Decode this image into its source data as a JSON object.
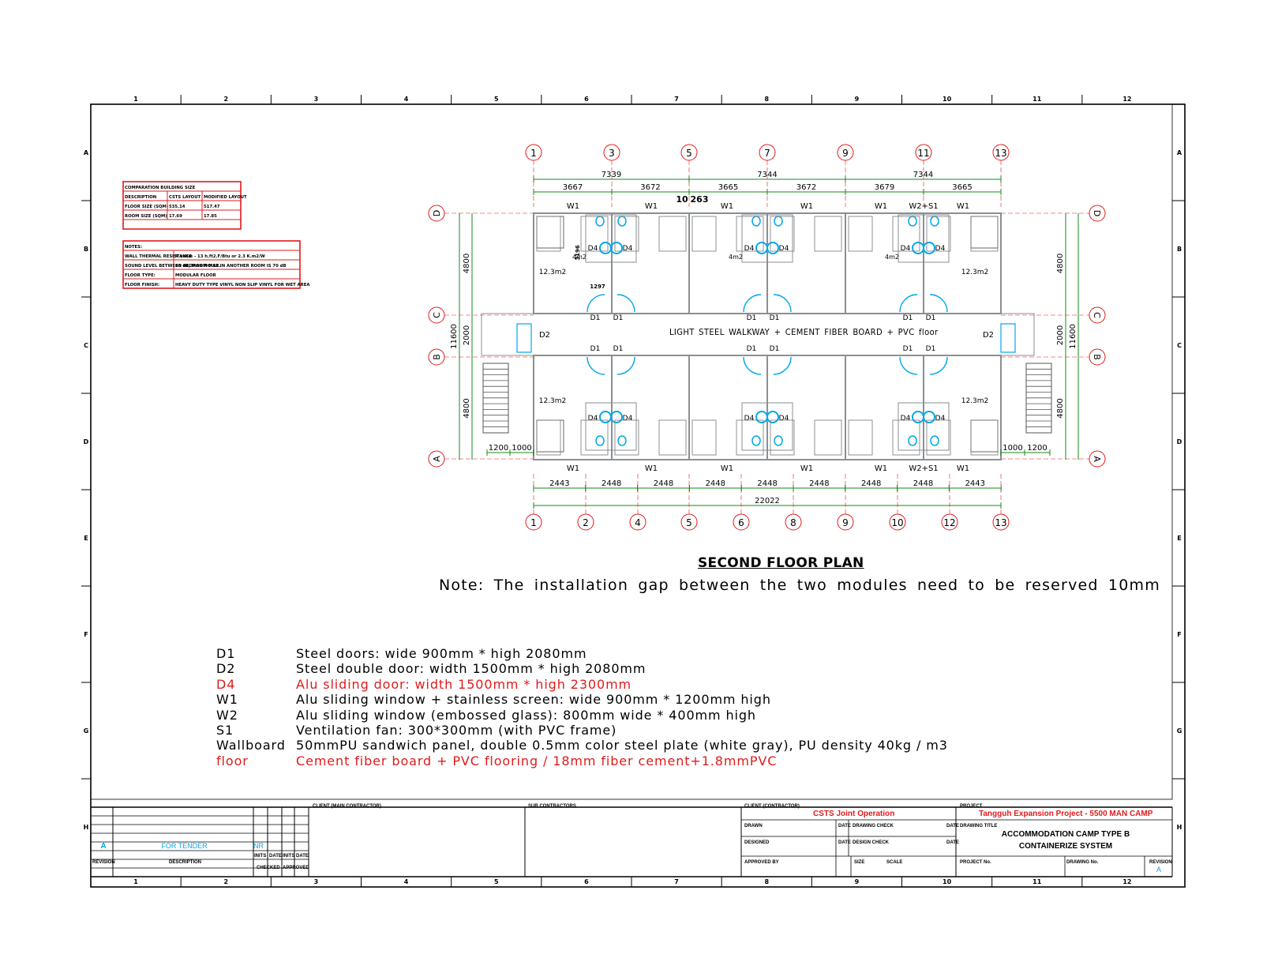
{
  "drawing": {
    "title": "SECOND FLOOR PLAN",
    "note": "Note:  The installation gap between the two modules need to be reserved 10mm",
    "walkway_label": "LIGHT STEEL WALKWAY + CEMENT FIBER BOARD + PVC floor"
  },
  "border": {
    "columns": [
      "1",
      "2",
      "3",
      "4",
      "5",
      "6",
      "7",
      "8",
      "9",
      "10",
      "11",
      "12"
    ],
    "rows": [
      "A",
      "B",
      "C",
      "D",
      "E",
      "F",
      "G",
      "H"
    ]
  },
  "grid_axes": {
    "top": [
      "1",
      "3",
      "5",
      "7",
      "9",
      "11",
      "13"
    ],
    "bottom": [
      "1",
      "2",
      "4",
      "5",
      "6",
      "8",
      "9",
      "10",
      "12",
      "13"
    ],
    "side": [
      "D",
      "C",
      "B",
      "A"
    ]
  },
  "dimensions": {
    "top_overall": [
      "7339",
      "7344",
      "7344"
    ],
    "top_modules": [
      "3667",
      "3672",
      "3665",
      "3672",
      "3679",
      "3665"
    ],
    "top_gap": [
      "10",
      "263"
    ],
    "bottom_modules": [
      "2443",
      "2448",
      "2448",
      "2448",
      "2448",
      "2448",
      "2448",
      "2448",
      "2443"
    ],
    "bottom_overall": "22022",
    "left": [
      "4800",
      "2000",
      "4800",
      "11600"
    ],
    "right": [
      "4800",
      "2000",
      "4800",
      "11600"
    ],
    "stair": [
      "1200",
      "1000",
      "1000",
      "1200"
    ],
    "detail": [
      "3196",
      "1297"
    ]
  },
  "labels": {
    "window": "W1",
    "window_fan": "W2+S1",
    "door_d1": "D1",
    "door_d2": "D2",
    "door_d4": "D4",
    "room_area": "12.3m2",
    "bath_area": "4m2"
  },
  "legend": [
    {
      "code": "D1",
      "text": "Steel doors: wide 900mm * high 2080mm",
      "red": false
    },
    {
      "code": "D2",
      "text": "Steel double door: width 1500mm * high 2080mm",
      "red": false
    },
    {
      "code": "D4",
      "text": "Alu sliding door: width 1500mm * high 2300mm",
      "red": true
    },
    {
      "code": "W1",
      "text": "Alu sliding window + stainless screen: wide 900mm * 1200mm high",
      "red": false
    },
    {
      "code": "W2",
      "text": "Alu sliding window (embossed glass): 800mm wide * 400mm high",
      "red": false
    },
    {
      "code": "S1",
      "text": "Ventilation fan: 300*300mm (with PVC frame)",
      "red": false
    },
    {
      "code": "Wallboard",
      "text": "50mmPU sandwich panel, double 0.5mm color steel plate (white gray), PU density 40kg / m3",
      "red": false
    },
    {
      "code": "floor",
      "text": "Cement fiber board + PVC flooring / 18mm fiber cement+1.8mmPVC",
      "red": true
    }
  ],
  "comparison_table": {
    "title": "COMPARATION BUILDING SIZE",
    "headers": [
      "DESCRIPTION",
      "CSTS LAYOUT",
      "MODIFIED LAYOUT"
    ],
    "rows": [
      [
        "FLOOR SIZE (SQM)",
        "535.14",
        "517.47"
      ],
      [
        "ROOM SIZE (SQM)",
        "17.69",
        "17.85"
      ]
    ]
  },
  "notes_table": {
    "title": "NOTES:",
    "rows": [
      [
        "WALL THERMAL RESISTANCE",
        "R value - 13 h.ft2.F/Btu or 2.3 K.m2/W"
      ],
      [
        "SOUND LEVEL BETWEEN BEDROOM MAX.",
        "40 dB, MAN NOISE IN ANOTHER ROOM IS 70 dB"
      ],
      [
        "FLOOR TYPE:",
        "MODULAR FLOOR"
      ],
      [
        "FLOOR FINISH:",
        "HEAVY DUTY TYPE VINYL NON SLIP VINYL FOR WET AREA"
      ]
    ]
  },
  "title_block": {
    "revision": "A",
    "revision_desc": "FOR TENDER",
    "revision_by": "NR",
    "rev_header": "REVISION",
    "desc_header": "DESCRIPTION",
    "cols": [
      "INITS",
      "DATE",
      "INITS",
      "DATE"
    ],
    "checked": "CHECKED",
    "approved": "APPROVED",
    "client_main": "CLIENT (MAIN CONTRACTOR)",
    "sub_contractors": "SUB CONTRACTORS",
    "client_contractor": "CLIENT (CONTRACTOR)",
    "client_name": "CSTS Joint Operation",
    "project_label": "PROJECT",
    "project_name": "Tangguh Expansion Project - 5500 MAN CAMP",
    "drawn": "DRAWN",
    "date": "DATE",
    "drawing_check": "DRAWING CHECK",
    "drawing_title_label": "DRAWING TITLE",
    "designed": "DESIGNED",
    "design_check": "DESIGN CHECK",
    "drawing_title_1": "ACCOMMODATION CAMP TYPE B",
    "drawing_title_2": "CONTAINERIZE SYSTEM",
    "approved_by": "APPROVED BY",
    "size": "SIZE",
    "scale": "SCALE",
    "project_no": "PROJECT No.",
    "drawing_no": "DRAWING No.",
    "revision_label": "REVISION",
    "revision_value": "A"
  },
  "colors": {
    "dim": "#1a8a1a",
    "red": "#e01b1b",
    "cyan": "#00a8e8",
    "wall": "#8a8f94"
  }
}
